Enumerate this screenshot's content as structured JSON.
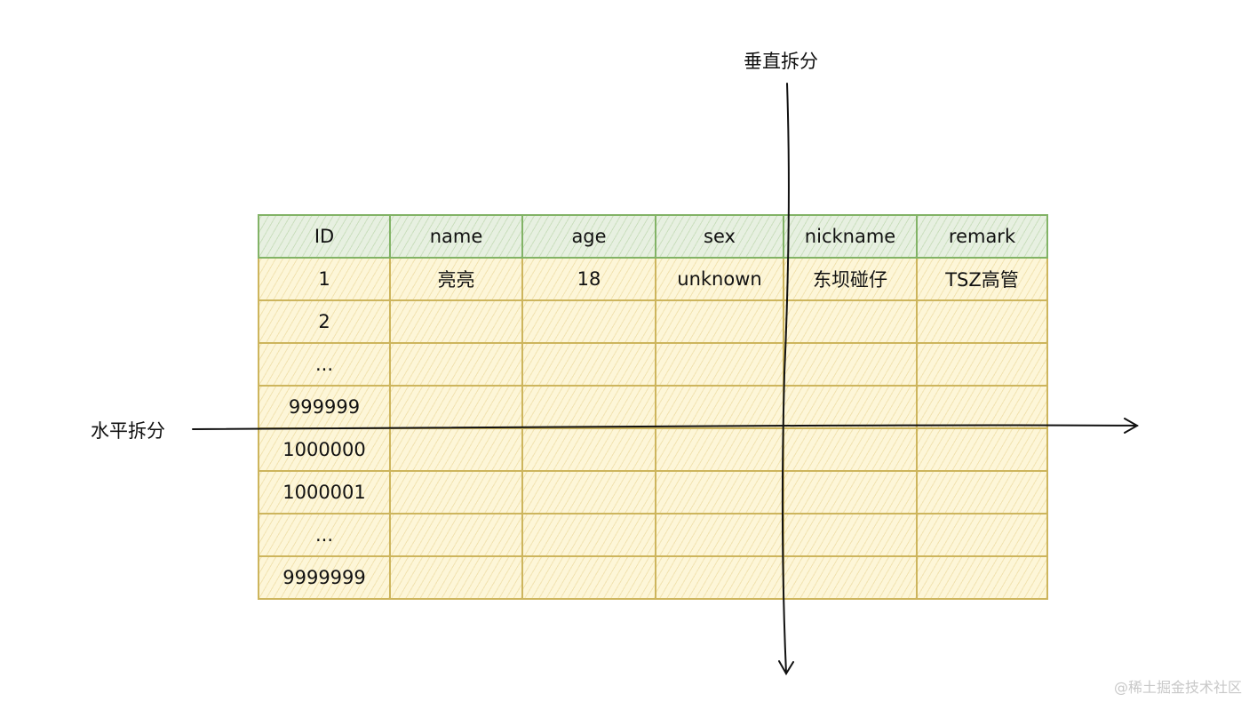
{
  "labels": {
    "vertical_split": "垂直拆分",
    "horizontal_split": "水平拆分"
  },
  "table": {
    "columns": [
      "ID",
      "name",
      "age",
      "sex",
      "nickname",
      "remark"
    ],
    "rows": [
      [
        "1",
        "亮亮",
        "18",
        "unknown",
        "东坝碰仔",
        "TSZ高管"
      ],
      [
        "2",
        "",
        "",
        "",
        "",
        ""
      ],
      [
        "...",
        "",
        "",
        "",
        "",
        ""
      ],
      [
        "999999",
        "",
        "",
        "",
        "",
        ""
      ],
      [
        "1000000",
        "",
        "",
        "",
        "",
        ""
      ],
      [
        "1000001",
        "",
        "",
        "",
        "",
        ""
      ],
      [
        "...",
        "",
        "",
        "",
        "",
        ""
      ],
      [
        "9999999",
        "",
        "",
        "",
        "",
        ""
      ]
    ]
  },
  "watermark": "@稀土掘金技术社区",
  "colors": {
    "header_fill": "#e7f0e1",
    "header_stroke": "#82b366",
    "body_fill": "#fdf6d8",
    "body_stroke": "#cdb55d",
    "arrow": "#111111"
  }
}
